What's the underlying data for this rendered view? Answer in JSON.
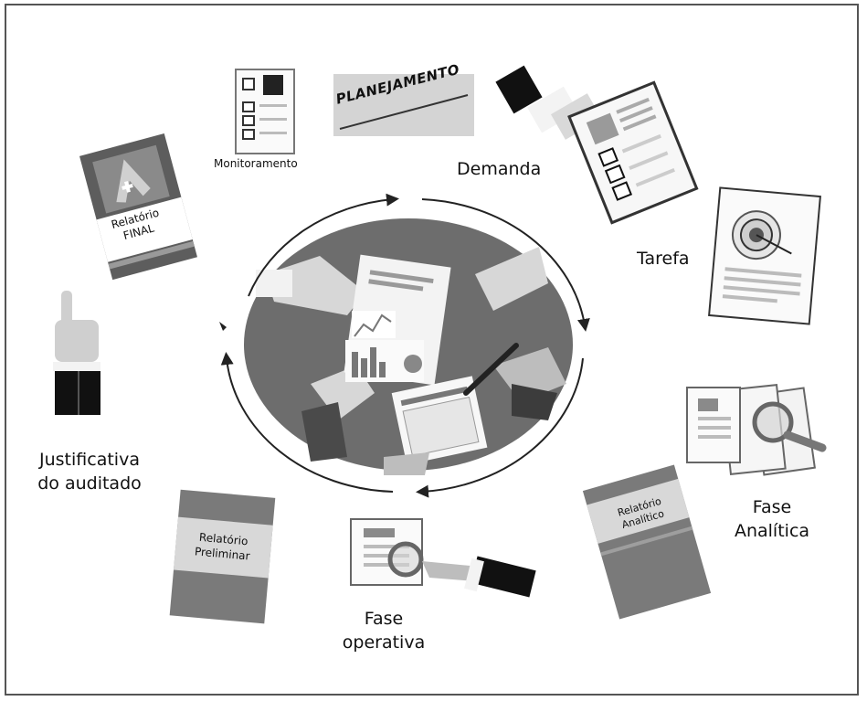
{
  "stages": {
    "planejamento": "PLANEJAMENTO",
    "monitoramento": "Monitoramento",
    "demanda": "Demanda",
    "tarefa": "Tarefa",
    "fase_analitica_1": "Fase",
    "fase_analitica_2": "Analítica",
    "fase_operativa_1": "Fase",
    "fase_operativa_2": "operativa",
    "justificativa_1": "Justificativa",
    "justificativa_2": "do auditado"
  },
  "documents": {
    "relatorio_final_1": "Relatório",
    "relatorio_final_2": "FINAL",
    "relatorio_analitico_1": "Relatório",
    "relatorio_analitico_2": "Analítico",
    "relatorio_preliminar_1": "Relatório",
    "relatorio_preliminar_2": "Preliminar"
  },
  "colors": {
    "dark_gray": "#6d6d6d",
    "mid_gray": "#9a9a9a",
    "light_gray": "#d0d0d0",
    "black": "#111111"
  }
}
